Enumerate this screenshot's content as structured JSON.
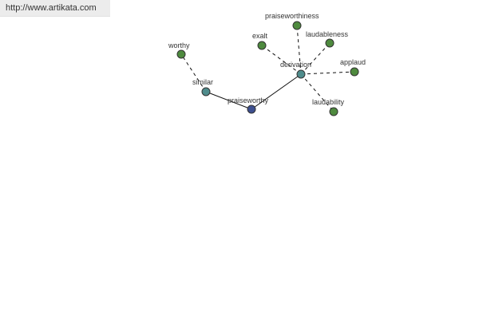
{
  "source_url": "http://www.artikata.com",
  "graph": {
    "nodes": [
      {
        "id": "praiseworthy",
        "label": "praiseworthy",
        "role": "root",
        "color": "#3d4f8f"
      },
      {
        "id": "similar",
        "label": "similar",
        "role": "relation",
        "color": "#4f8c8c"
      },
      {
        "id": "derivation",
        "label": "derivation",
        "role": "relation",
        "color": "#4f8c8c"
      },
      {
        "id": "worthy",
        "label": "worthy",
        "role": "term",
        "color": "#4e8a3e"
      },
      {
        "id": "exalt",
        "label": "exalt",
        "role": "term",
        "color": "#4e8a3e"
      },
      {
        "id": "praiseworthiness",
        "label": "praiseworthiness",
        "role": "term",
        "color": "#4e8a3e"
      },
      {
        "id": "laudableness",
        "label": "laudableness",
        "role": "term",
        "color": "#4e8a3e"
      },
      {
        "id": "applaud",
        "label": "applaud",
        "role": "term",
        "color": "#4e8a3e"
      },
      {
        "id": "laudability",
        "label": "laudability",
        "role": "term",
        "color": "#4e8a3e"
      }
    ],
    "edges": [
      {
        "from": "praiseworthy",
        "to": "similar",
        "style": "solid"
      },
      {
        "from": "praiseworthy",
        "to": "derivation",
        "style": "solid"
      },
      {
        "from": "similar",
        "to": "worthy",
        "style": "dashed"
      },
      {
        "from": "derivation",
        "to": "exalt",
        "style": "dashed"
      },
      {
        "from": "derivation",
        "to": "praiseworthiness",
        "style": "dashed"
      },
      {
        "from": "derivation",
        "to": "laudableness",
        "style": "dashed"
      },
      {
        "from": "derivation",
        "to": "applaud",
        "style": "dashed"
      },
      {
        "from": "derivation",
        "to": "laudability",
        "style": "dashed"
      }
    ]
  }
}
